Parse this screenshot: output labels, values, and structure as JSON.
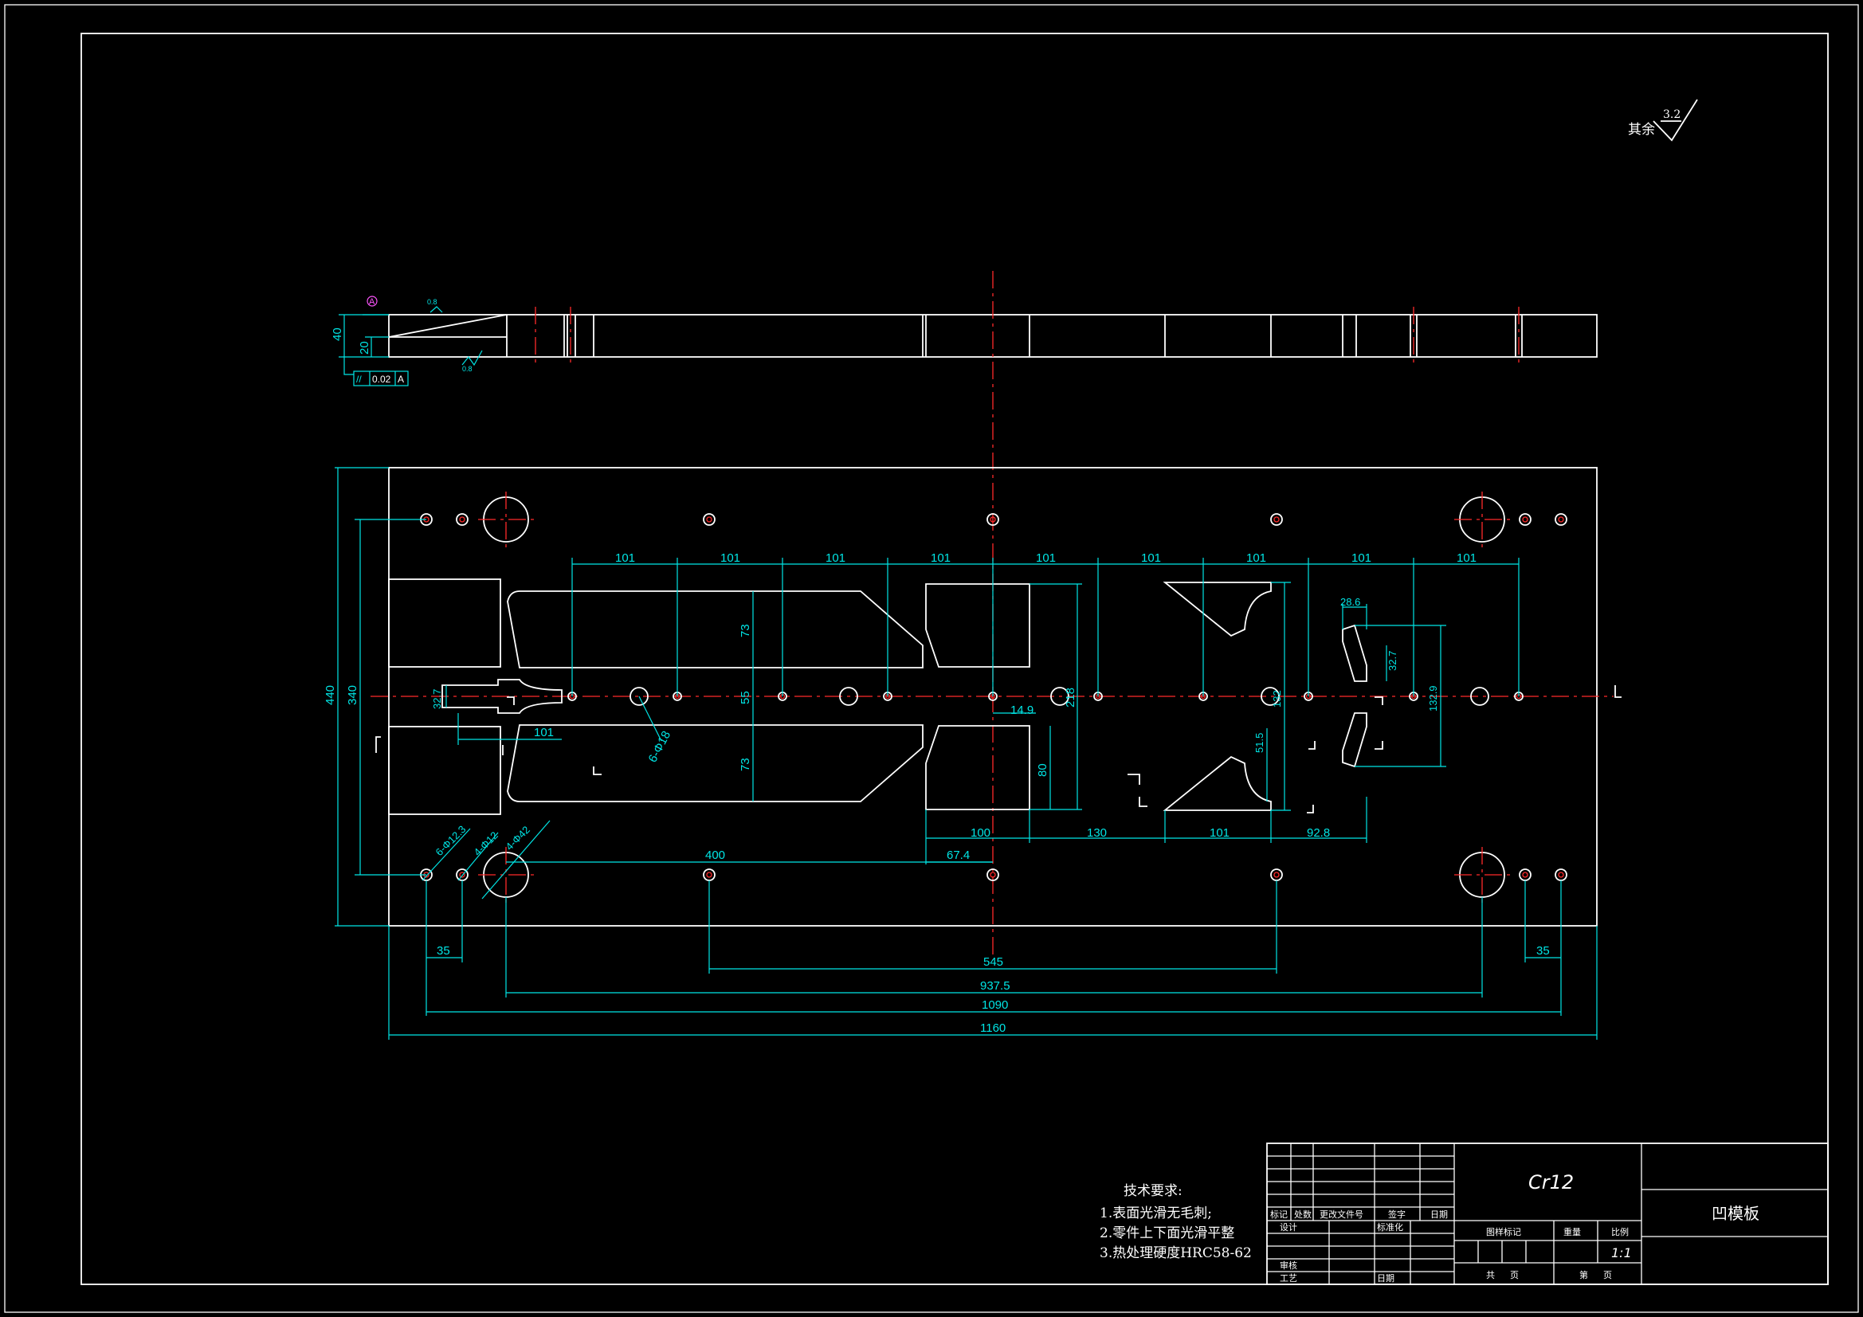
{
  "drawing": {
    "surface_finish": {
      "label": "其余",
      "value": "3.2"
    },
    "datum_label": "A",
    "side_view": {
      "roughness_top": "0.8",
      "roughness_bottom": "0.8",
      "dim_total": "40",
      "dim_inner": "20",
      "tolerance_symbol": "//",
      "tolerance_value": "0.02",
      "tolerance_datum": "A"
    },
    "dims": {
      "pitch_101": "101",
      "h73_top": "73",
      "h55": "55",
      "h73_bot": "73",
      "d440": "440",
      "d340": "340",
      "d32_7_left": "32.7",
      "d101_slot": "101",
      "d8_phi18": "6-Φ18",
      "d14_9": "14.9",
      "d218": "218",
      "d80": "80",
      "d100": "100",
      "d130": "130",
      "d101_bottom": "101",
      "d92_8": "92.8",
      "d28_6": "28.6",
      "d32_7_right": "32.7",
      "d132_9": "132.9",
      "d132": "132",
      "d51_5": "51.5",
      "d400": "400",
      "d67_4": "67.4",
      "hole_a": "6-Φ12.3",
      "hole_b": "4-Φ12",
      "hole_c": "4-Φ42",
      "d35_left": "35",
      "d35_right": "35",
      "d545": "545",
      "d937_5": "937.5",
      "d1090": "1090",
      "d1160": "1160"
    },
    "tech_requirements": {
      "title": "技术要求:",
      "items": [
        "1.表面光滑无毛刺;",
        "2.零件上下面光滑平整",
        "3.热处理硬度HRC58-62"
      ]
    },
    "title_block": {
      "material": "Cr12",
      "part_name": "凹模板",
      "scale": "1:1",
      "headers": [
        "标记",
        "处数",
        "更改文件号",
        "签字",
        "日期"
      ],
      "rows": [
        "设计",
        "标准化",
        "审核",
        "工艺",
        "日期"
      ],
      "mid_labels": [
        "图样标记",
        "重量",
        "比例"
      ],
      "sheet_labels": [
        "共",
        "页",
        "第",
        "页"
      ]
    }
  }
}
